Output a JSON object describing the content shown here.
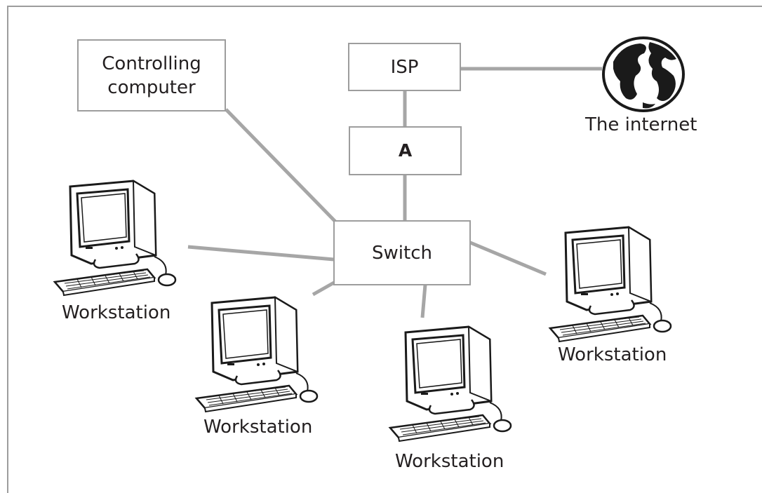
{
  "nodes": {
    "controlling_computer": "Controlling computer",
    "isp": "ISP",
    "device_a": "A",
    "switch": "Switch",
    "internet": "The internet",
    "workstations": [
      "Workstation",
      "Workstation",
      "Workstation",
      "Workstation"
    ]
  },
  "colors": {
    "link": "#a6a6a6",
    "border": "#9d9d9d",
    "text": "#231f20"
  },
  "icons": [
    "computer-icon",
    "globe-icon"
  ]
}
